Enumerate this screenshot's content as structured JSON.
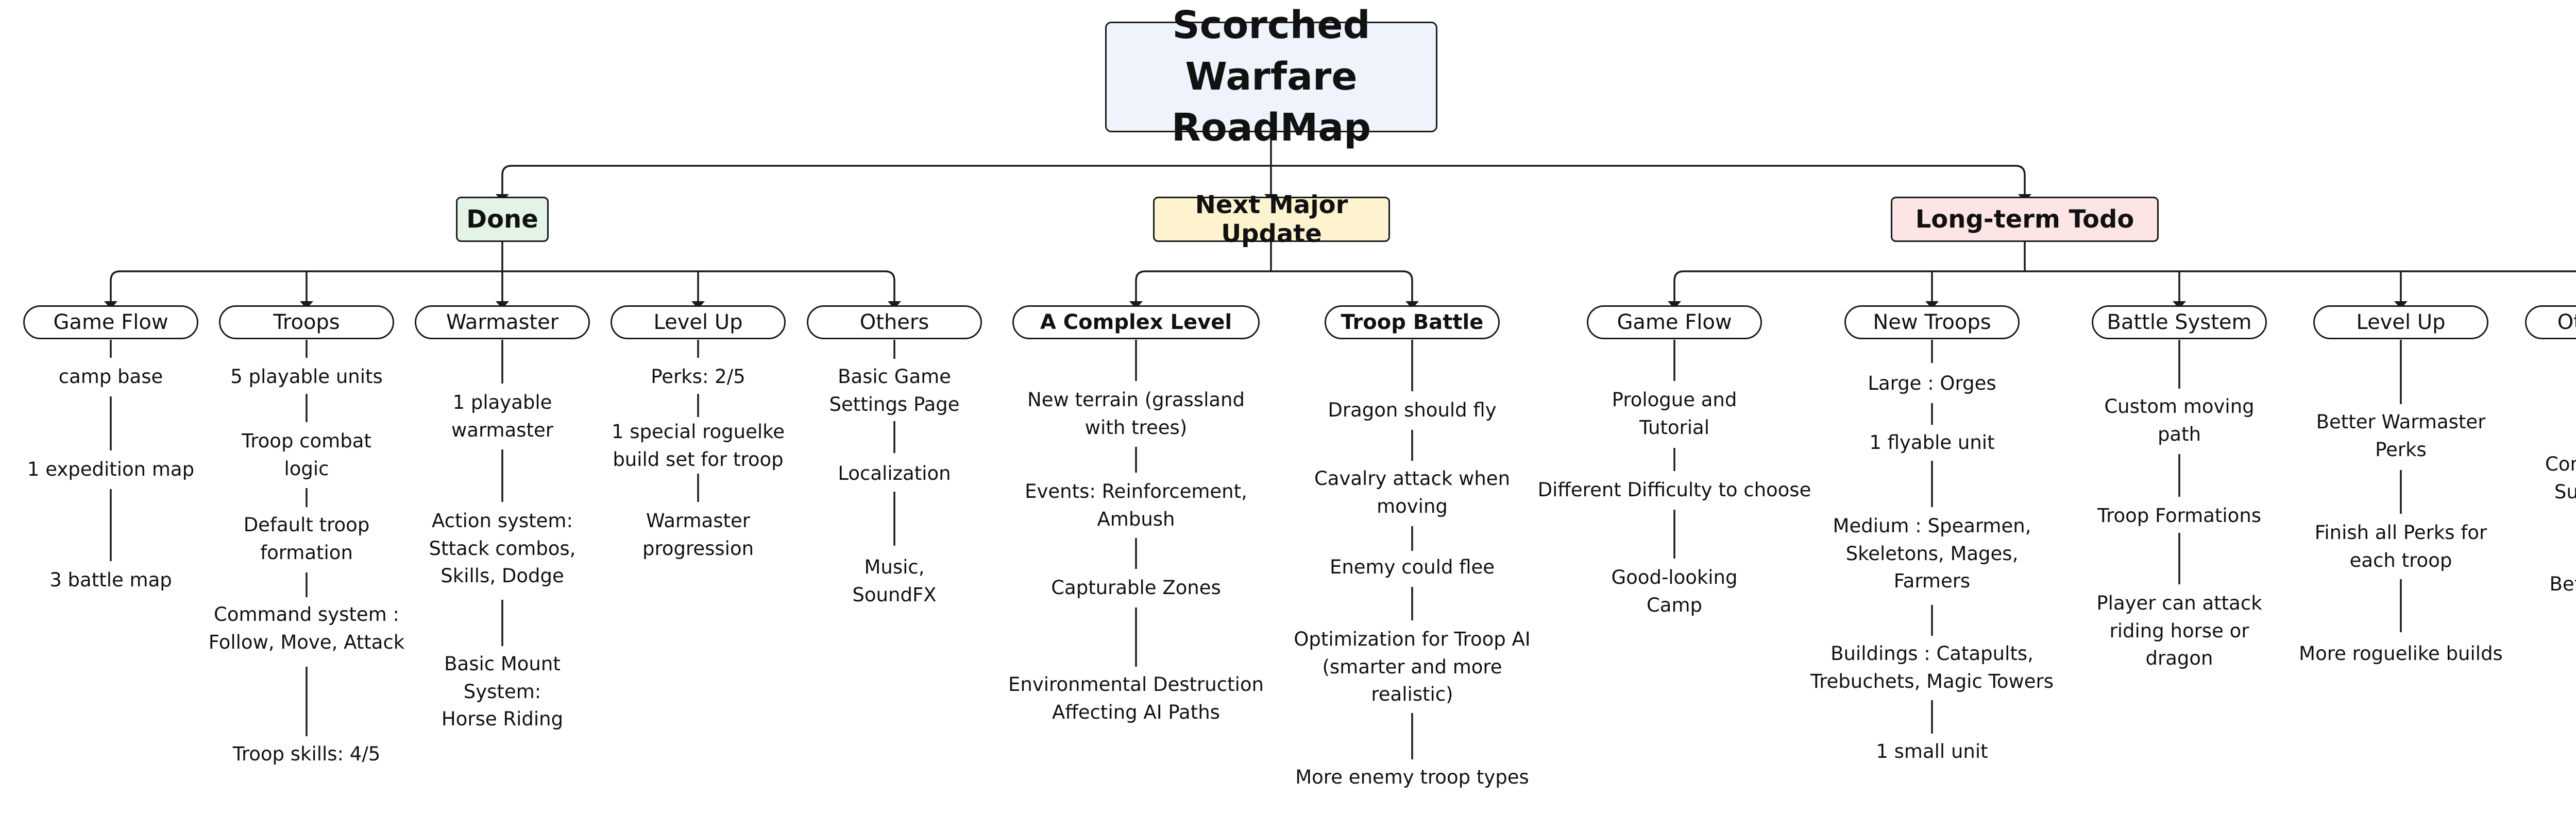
{
  "title": "Scorched Warfare\nRoadMap",
  "categories": {
    "done": {
      "label": "Done",
      "items": [
        {
          "label": "Game Flow",
          "children": [
            "camp base",
            "1 expedition map",
            "3 battle map"
          ]
        },
        {
          "label": "Troops",
          "children": [
            "5 playable units",
            "Troop combat\nlogic",
            "Default troop\nformation",
            "Command system :\nFollow, Move, Attack",
            "Troop skills: 4/5"
          ]
        },
        {
          "label": "Warmaster",
          "children": [
            "1 playable\nwarmaster",
            "Action system:\nSttack combos,\nSkills, Dodge",
            "Basic Mount\nSystem:\nHorse Riding"
          ]
        },
        {
          "label": "Level Up",
          "children": [
            "Perks:  2/5",
            "1 special roguelke\nbuild set for troop",
            "Warmaster\nprogression"
          ]
        },
        {
          "label": "Others",
          "children": [
            "Basic Game\nSettings Page",
            "Localization",
            "Music,\nSoundFX"
          ]
        }
      ]
    },
    "next": {
      "label": "Next Major Update",
      "items": [
        {
          "label": "A Complex Level",
          "children": [
            "New terrain (grassland\nwith trees)",
            "Events: Reinforcement,\nAmbush",
            "Capturable Zones",
            "Environmental Destruction\nAffecting AI Paths"
          ]
        },
        {
          "label": "Troop Battle",
          "children": [
            "Dragon should fly",
            "Cavalry attack when\nmoving",
            "Enemy could flee",
            "Optimization for Troop AI\n(smarter and more\nrealistic)",
            "More enemy troop types"
          ]
        }
      ]
    },
    "long": {
      "label": "Long-term Todo",
      "items": [
        {
          "label": "Game Flow",
          "children": [
            "Prologue and\nTutorial",
            "Different Difficulty to choose",
            "Good-looking\nCamp"
          ]
        },
        {
          "label": "New Troops",
          "children": [
            "Large : Orges",
            "1 flyable unit",
            "Medium :  Spearmen,\nSkeletons, Mages,\nFarmers",
            "Buildings :  Catapults,\nTrebuchets, Magic Towers",
            "1 small unit"
          ]
        },
        {
          "label": "Battle System",
          "children": [
            "Custom moving\npath",
            "Troop Formations",
            "Player can attack\nriding horse or\ndragon"
          ]
        },
        {
          "label": "Level Up",
          "children": [
            "Better Warmaster\nPerks",
            "Finish all Perks for\neach troop",
            "More roguelike builds"
          ]
        },
        {
          "label": "Others",
          "children": [
            "Controller Support",
            "Better UI"
          ]
        }
      ]
    }
  }
}
